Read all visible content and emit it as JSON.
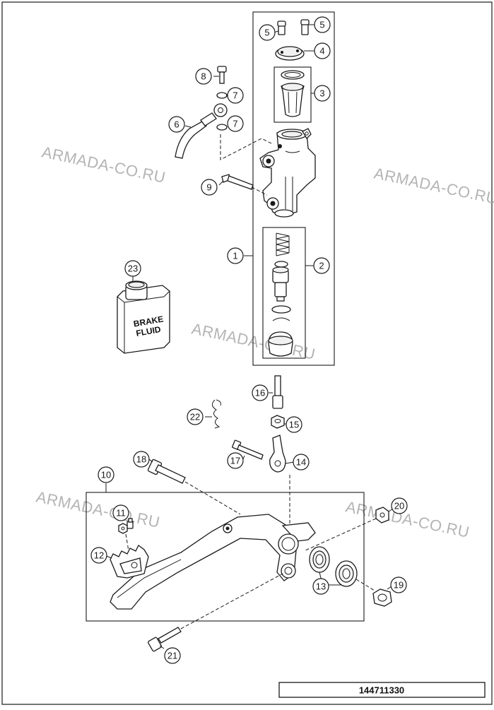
{
  "diagram": {
    "drawing_number": "144711330",
    "watermark_text": "ARMADA-CO.RU",
    "bottle_label": [
      "BRAKE",
      "FLUID"
    ],
    "callouts": [
      "1",
      "2",
      "3",
      "4",
      "5",
      "5",
      "6",
      "7",
      "7",
      "8",
      "9",
      "10",
      "11",
      "12",
      "13",
      "14",
      "15",
      "16",
      "17",
      "18",
      "19",
      "20",
      "21",
      "22",
      "23"
    ]
  }
}
